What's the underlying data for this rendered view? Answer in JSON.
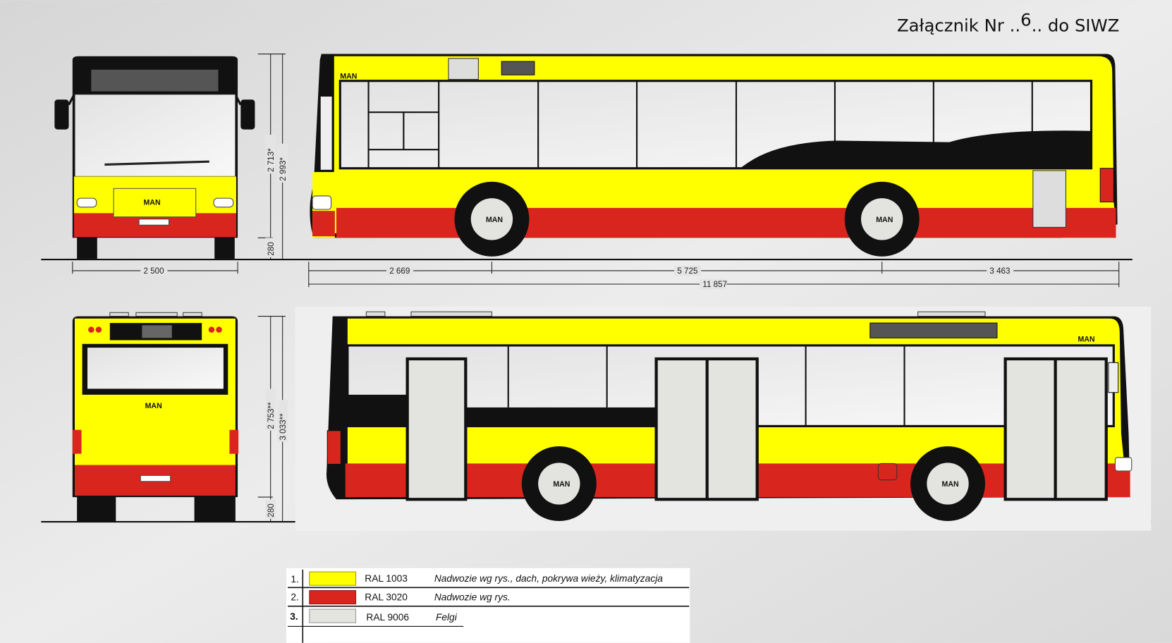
{
  "header": {
    "title_prefix": "Załącznik Nr ..",
    "attachment_number": "6",
    "title_suffix": "..  do SIWZ"
  },
  "brand": "MAN",
  "dimensions": {
    "front_height_1": "2 713*",
    "front_height_2": "2 993*",
    "ground_clearance_top": "280",
    "front_width": "2 500",
    "front_overhang": "2 669",
    "wheelbase": "5 725",
    "rear_overhang": "3 463",
    "total_length": "11 857",
    "rear_height_1": "2 753**",
    "rear_height_2": "3 033**",
    "ground_clearance_bottom": "280"
  },
  "legend": [
    {
      "no": "1.",
      "color": "#ffff00",
      "code": "RAL 1003",
      "description": "Nadwozie wg rys., dach, pokrywa wieży, klimatyzacja"
    },
    {
      "no": "2.",
      "color": "#d8261f",
      "code": "RAL 3020",
      "description": "Nadwozie wg rys."
    },
    {
      "no": "3.",
      "color": "#e3e3e0",
      "code": "RAL 9006",
      "description": "Felgi"
    }
  ]
}
